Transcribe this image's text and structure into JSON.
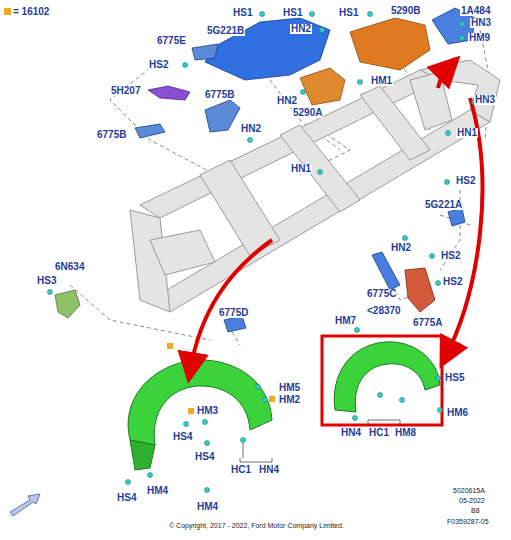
{
  "diagram": {
    "labels": [
      "HS1",
      "HS1",
      "HS1",
      "5290B",
      "1A484",
      "HN3",
      "HM9",
      "6775E",
      "5G221B",
      "HN2",
      "HS2",
      "HM1",
      "5H207",
      "HN2",
      "5290A",
      "6775B",
      "6775B",
      "HN2",
      "HN1",
      "HN1",
      "HN3",
      "HS2",
      "5G221A",
      "HN2",
      "HS2",
      "6N634",
      "HS3",
      "HS2",
      "6775C",
      "6775A",
      "6775D",
      "HM7",
      "<28370",
      "HS5",
      "HM6",
      "HN4",
      "HC1",
      "HM8",
      "HM5",
      "HM2",
      "HM3",
      "HS4",
      "HS4",
      "HC1",
      "HN4",
      "HS4",
      "HM4",
      "HM4",
      "5020615A",
      "05-2022",
      "B8",
      "F0359287-05",
      "© Copyright, 2017 - 2022, Ford Motor Company Limited."
    ],
    "legend": [
      {
        "text": "= 16102",
        "color": "#f5a623"
      }
    ]
  }
}
